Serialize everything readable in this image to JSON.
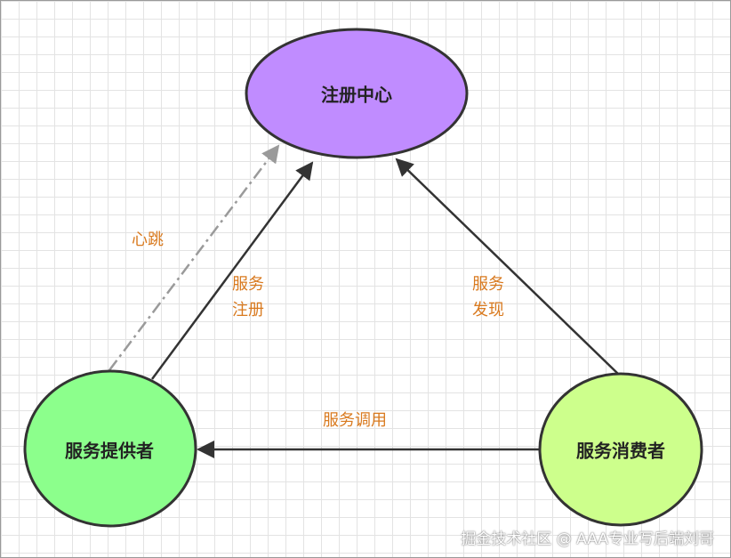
{
  "nodes": {
    "registry": {
      "label": "注册中心",
      "fill": "#c08cff"
    },
    "provider": {
      "label": "服务提供者",
      "fill": "#8cff8c"
    },
    "consumer": {
      "label": "服务消费者",
      "fill": "#cdff8c"
    }
  },
  "edges": {
    "heartbeat": {
      "label": "心跳",
      "style": "dash-dot",
      "color": "#9a9a9a"
    },
    "register": {
      "label": "服务\n注册",
      "color": "#333333"
    },
    "discover": {
      "label": "服务\n发现",
      "color": "#333333"
    },
    "invoke": {
      "label": "服务调用",
      "color": "#333333"
    }
  },
  "label_color": "#d97a1f",
  "watermark": "掘金技术社区 @ AAA专业写后端刘哥"
}
